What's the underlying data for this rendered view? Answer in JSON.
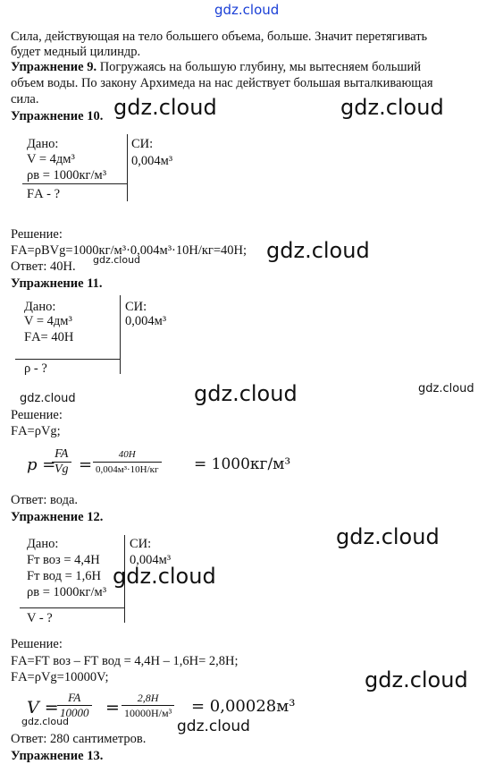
{
  "watermark": "gdz.cloud",
  "intro_line1": "Сила, действующая на тело большего объема, больше. Значит перетягивать",
  "intro_line2": "будет медный цилиндр.",
  "ex9_title": "Упражнение 9.",
  "ex9_line1": " Погружаясь на большую глубину, мы вытесняем больший",
  "ex9_line2": "объем воды. По закону Архимеда на нас действует большая выталкивающая",
  "ex9_line3": "сила.",
  "ex10": {
    "title": "Упражнение 10.",
    "given": "Дано:",
    "v": "V = 4дм³",
    "rho": "ρв = 1000кг/м³",
    "find": "FА - ?",
    "si": "СИ:",
    "si_v": "0,004м³",
    "solution": "Решение:",
    "formula": "FА=ρВVg=1000кг/м³·0,004м³·10Н/кг=40Н;",
    "answer": "Ответ: 40Н."
  },
  "ex11": {
    "title": "Упражнение 11.",
    "given": "Дано:",
    "v": "V = 4дм³",
    "f": "FА= 40Н",
    "find": "ρ - ?",
    "si": "СИ:",
    "si_v": "0,004м³",
    "solution": "Решение:",
    "formula": "FА=ρVg;",
    "eq_lhs": "p =",
    "frac1_num": "FA",
    "frac1_den": "Vg",
    "eq_eq": "=",
    "frac2_num": "40H",
    "frac2_den": "0,004м³·10Н/кг",
    "eq_result": "= 1000кг/м³",
    "answer": "Ответ: вода."
  },
  "ex12": {
    "title": "Упражнение 12.",
    "given": "Дано:",
    "f1": "Fт воз = 4,4Н",
    "f2": "Fт вод = 1,6Н",
    "rho": "ρв = 1000кг/м³",
    "find": "V - ?",
    "si": "СИ:",
    "si_v": "0,004м³",
    "solution": "Решение:",
    "formula1": "FА=FТ воз – FТ вод = 4,4Н – 1,6Н= 2,8Н;",
    "formula2": "FА=ρVg=10000V;",
    "eq_lhs": "V =",
    "frac1_num": "FA",
    "frac1_den": "10000",
    "eq_eq": "=",
    "frac2_num": "2,8H",
    "frac2_den": "10000Н/м³",
    "eq_result": "= 0,00028м³",
    "answer": "Ответ: 280 сантиметров."
  },
  "ex13_title": "Упражнение 13."
}
